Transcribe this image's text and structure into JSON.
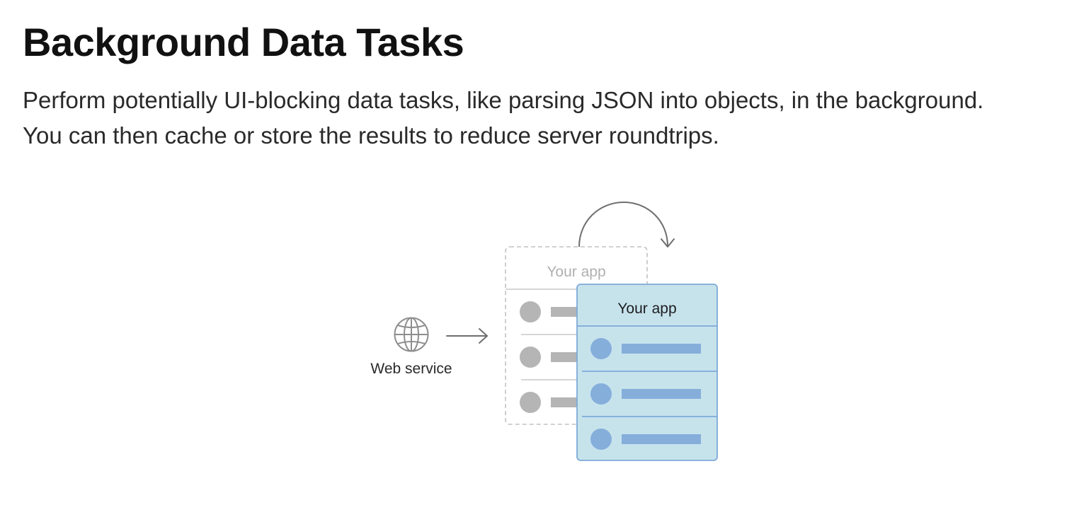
{
  "page": {
    "title": "Background Data Tasks",
    "description_lines": [
      "Perform potentially UI-blocking data tasks, like parsing JSON into objects, in the background.",
      "You can then cache or store the results to reduce server roundtrips."
    ]
  },
  "diagram": {
    "web_service_label": "Web service",
    "background_app_label": "Your app",
    "foreground_app_label": "Your app",
    "background_rows": 3,
    "foreground_rows": 3,
    "icons": [
      "globe-icon",
      "arrow-right-icon",
      "curved-arrow-icon"
    ],
    "colors": {
      "text": "#1d1d1f",
      "ghost_text": "#b0b0b0",
      "ghost_border": "#c2c2c2",
      "ghost_item": "#b5b5b5",
      "panel_fill": "#c6e3ec",
      "panel_border": "#7eaad8",
      "panel_item": "#85aedb",
      "arrow": "#6e6e6e"
    }
  }
}
